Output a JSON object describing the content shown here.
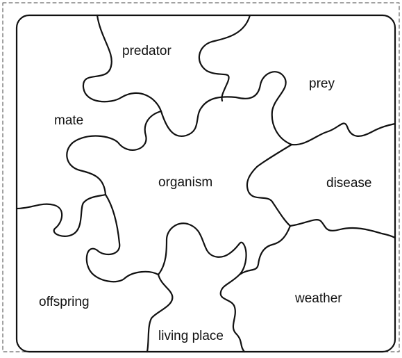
{
  "puzzle": {
    "pieces": {
      "center": "organism",
      "top": "predator",
      "top_right": "prey",
      "left": "mate",
      "right": "disease",
      "bottom_left": "offspring",
      "bottom_center": "living place",
      "bottom_right": "weather"
    }
  }
}
